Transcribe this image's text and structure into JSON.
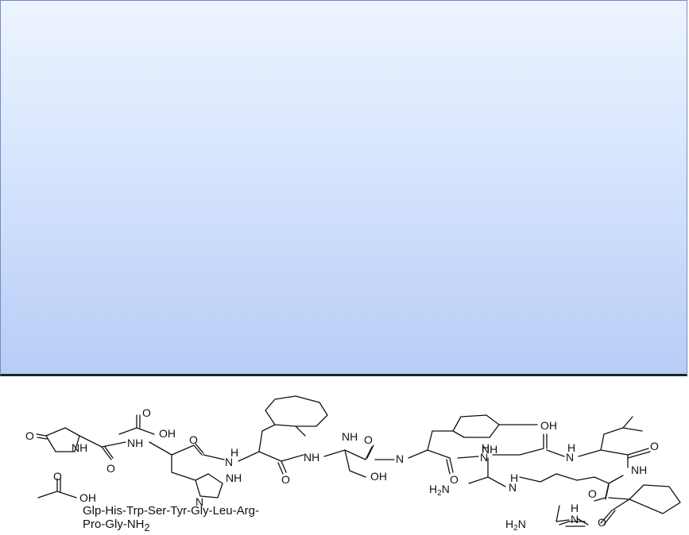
{
  "top_panel": {
    "fill_top": "#eef4ff",
    "fill_bottom": "#b7cdf6"
  },
  "structure": {
    "atom_labels": {
      "O": "O",
      "OH": "OH",
      "NH": "NH",
      "N": "N",
      "H": "H",
      "H2N_main": "H",
      "H2N_sub": "2",
      "H2N_tail": "N"
    },
    "caption_line1": "Glp-His-Trp-Ser-Tyr-Gly-Leu-Arg-",
    "caption_line2_main": "Pro-Gly-NH",
    "caption_line2_sub": "2"
  }
}
